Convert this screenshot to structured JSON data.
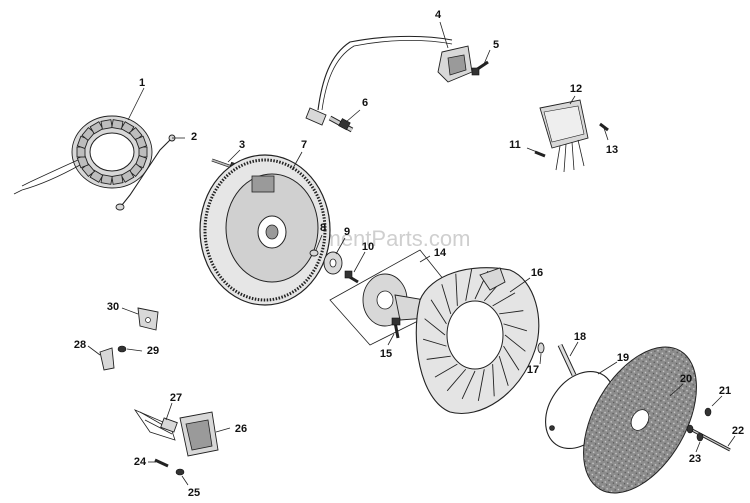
{
  "watermark": "eReplacementParts.com",
  "callouts": [
    {
      "id": "c1",
      "label": "1"
    },
    {
      "id": "c2",
      "label": "2"
    },
    {
      "id": "c3",
      "label": "3"
    },
    {
      "id": "c4",
      "label": "4"
    },
    {
      "id": "c5",
      "label": "5"
    },
    {
      "id": "c6",
      "label": "6"
    },
    {
      "id": "c7",
      "label": "7"
    },
    {
      "id": "c8",
      "label": "8"
    },
    {
      "id": "c9",
      "label": "9"
    },
    {
      "id": "c10",
      "label": "10"
    },
    {
      "id": "c11",
      "label": "11"
    },
    {
      "id": "c12",
      "label": "12"
    },
    {
      "id": "c13",
      "label": "13"
    },
    {
      "id": "c14",
      "label": "14"
    },
    {
      "id": "c15",
      "label": "15"
    },
    {
      "id": "c16",
      "label": "16"
    },
    {
      "id": "c17",
      "label": "17"
    },
    {
      "id": "c18",
      "label": "18"
    },
    {
      "id": "c19",
      "label": "19"
    },
    {
      "id": "c20",
      "label": "20"
    },
    {
      "id": "c21",
      "label": "21"
    },
    {
      "id": "c22",
      "label": "22"
    },
    {
      "id": "c23",
      "label": "23"
    },
    {
      "id": "c24",
      "label": "24"
    },
    {
      "id": "c25",
      "label": "25"
    },
    {
      "id": "c26",
      "label": "26"
    },
    {
      "id": "c27",
      "label": "27"
    },
    {
      "id": "c28",
      "label": "28"
    },
    {
      "id": "c29",
      "label": "29"
    },
    {
      "id": "c30",
      "label": "30"
    }
  ]
}
